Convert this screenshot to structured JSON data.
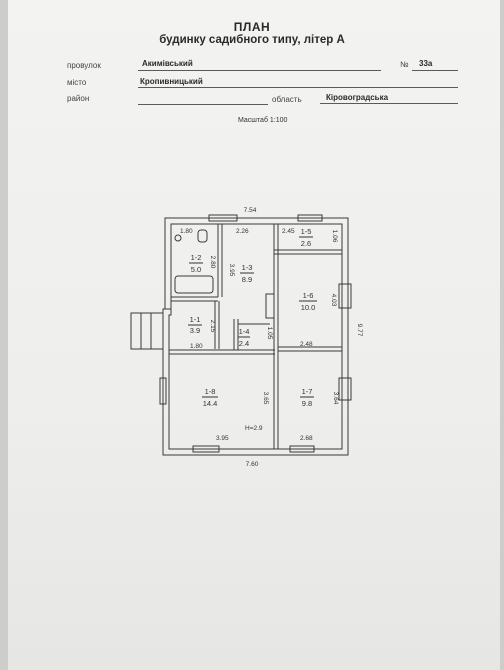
{
  "header": {
    "title": "ПЛАН",
    "subtitle": "будинку садибного типу, літер А"
  },
  "fields": {
    "lane_label": "провулок",
    "lane_value": "Акимівський",
    "number_label": "№",
    "number_value": "33а",
    "city_label": "місто",
    "city_value": "Кропивницький",
    "district_label": "район",
    "region_label": "область",
    "region_value": "Кіровоградська"
  },
  "scale": "Масштаб 1:100",
  "plan": {
    "overall_top": "7.54",
    "overall_bottom": "7.60",
    "overall_right": "9.77",
    "height_note": "Н=2.9",
    "dims": {
      "d_180_top": "1.80",
      "d_226": "2.26",
      "d_245": "2.45",
      "d_106": "1.06",
      "d_280": "2.80",
      "d_395_v": "3.95",
      "d_403": "4.03",
      "d_215": "2.15",
      "d_105": "1.05",
      "d_180_mid": "1.80",
      "d_248": "2.48",
      "d_365": "3.65",
      "d_364": "3.64",
      "d_395_b": "3.95",
      "d_268": "2.68"
    },
    "rooms": [
      {
        "id": "1-1",
        "area": "3.9"
      },
      {
        "id": "1-2",
        "area": "5.0"
      },
      {
        "id": "1-3",
        "area": "8.9"
      },
      {
        "id": "1-4",
        "area": "2.4"
      },
      {
        "id": "1-5",
        "area": "2.6"
      },
      {
        "id": "1-6",
        "area": "10.0"
      },
      {
        "id": "1-7",
        "area": "9.8"
      },
      {
        "id": "1-8",
        "area": "14.4"
      }
    ]
  }
}
